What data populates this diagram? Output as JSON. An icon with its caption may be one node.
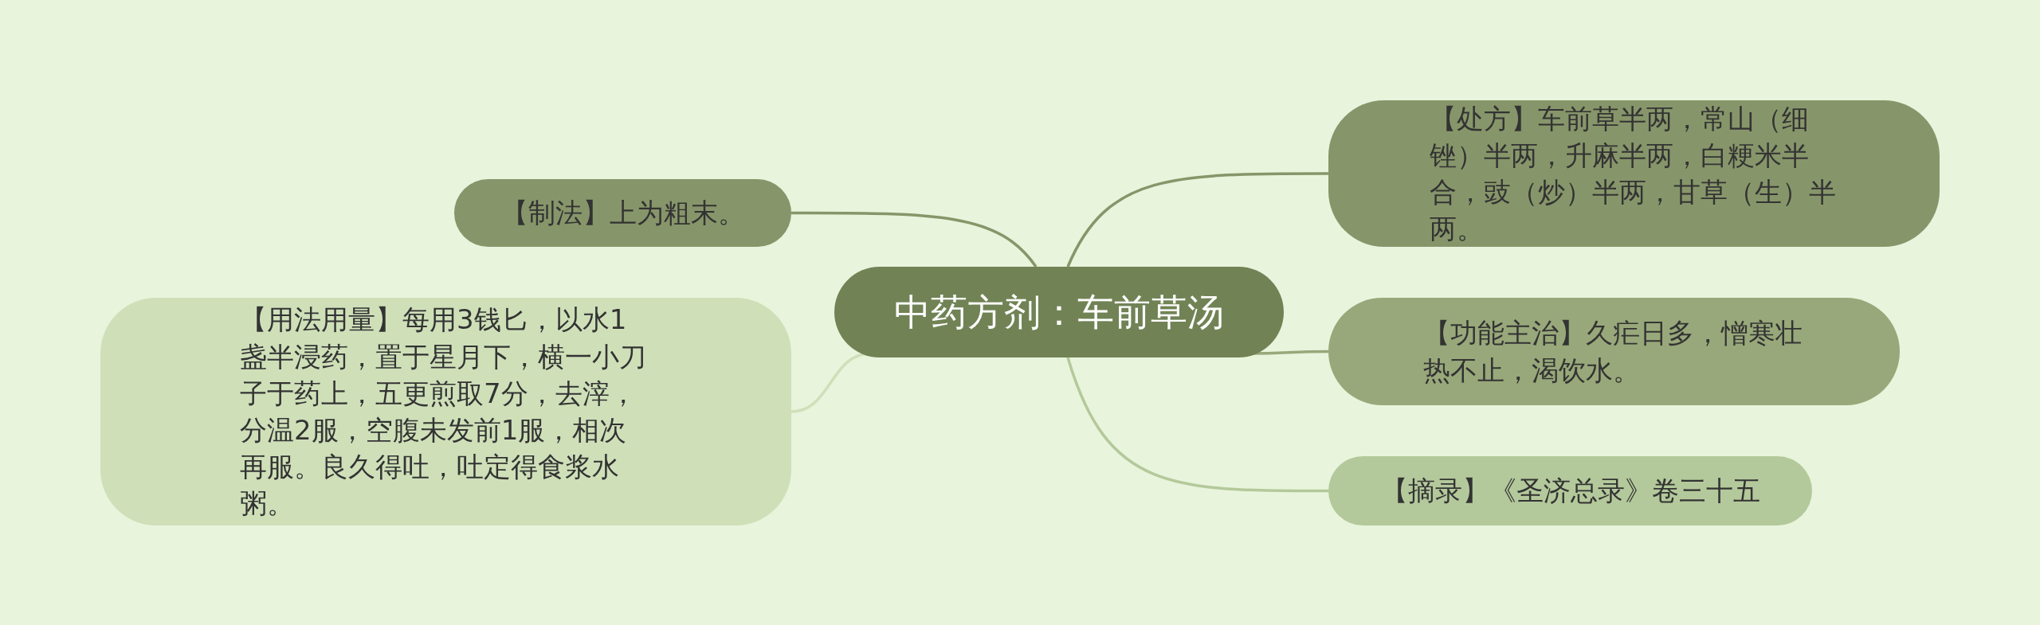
{
  "diagram": {
    "nodes": [
      {
        "text": [
          "中药方剂：车前草汤"
        ]
      },
      {
        "text": [
          "【制法】上为粗末。"
        ]
      },
      {
        "text": [
          "【用法用量】每用3钱匕，以水1盏半浸药，置于星月下，横一小刀子于药上，五更煎取7分，去滓，分温2服，空腹未发前1服，相次再服。良久得吐，吐定得食浆水粥。"
        ]
      },
      {
        "text": [
          "【处方】车前草半两，常山（细锉）半两，升麻半两，白粳米半合，豉（炒）半两，甘草（生）半两。"
        ]
      },
      {
        "text": [
          "【功能主治】久疟日多，憎寒壮热不止，渴饮水。"
        ]
      },
      {
        "text": [
          "【摘录】《圣济总录》卷三十五"
        ]
      }
    ],
    "edges": [
      {
        "from": 0,
        "to": 1,
        "arrow": "none",
        "color": "#87966a"
      },
      {
        "from": 0,
        "to": 2,
        "arrow": "none",
        "color": "#cfe0b9"
      },
      {
        "from": 0,
        "to": 3,
        "arrow": "none",
        "color": "#87966a"
      },
      {
        "from": 0,
        "to": 4,
        "arrow": "none",
        "color": "#98a87a"
      },
      {
        "from": 0,
        "to": 5,
        "arrow": "none",
        "color": "#b4c99b"
      }
    ]
  }
}
